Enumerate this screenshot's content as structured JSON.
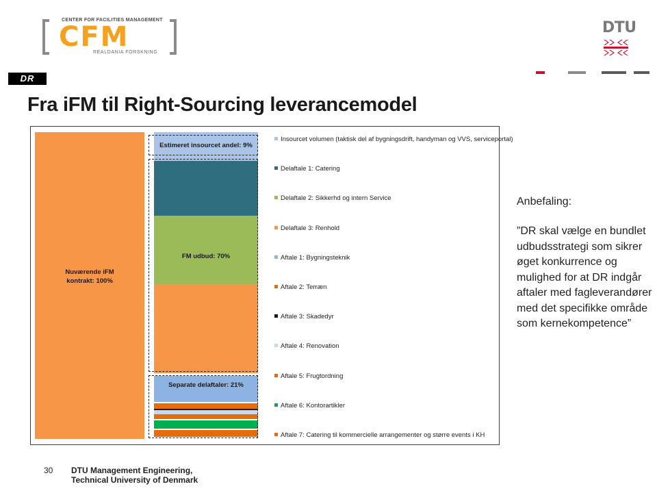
{
  "header": {
    "cfm_top": "CENTER FOR FACILITIES MANAGEMENT",
    "cfm_main": "CFM",
    "cfm_sub": "REALDANIA FORSKNING",
    "dtu": "DTU",
    "dr": "DR"
  },
  "title": "Fra iFM  til Right-Sourcing leverancemodel",
  "chart": {
    "left_bar_label": "Nuværende iFM kontrakt: 100%",
    "insourcet_label": "Estimeret insourcet andel: 9%",
    "fm_label": "FM udbud: 70%",
    "separate_label": "Separate delaftaler: 21%"
  },
  "chart_data": {
    "type": "bar",
    "title": "",
    "series": [
      {
        "name": "Nuværende iFM kontrakt",
        "values": [
          100
        ]
      },
      {
        "name": "Estimeret insourcet andel",
        "values": [
          9
        ]
      },
      {
        "name": "FM udbud",
        "values": [
          70
        ]
      },
      {
        "name": "Separate delaftaler",
        "values": [
          21
        ]
      }
    ],
    "legend": [
      {
        "label": "Insourcet volumen (taktisk del af bygningsdrift, handyman og VVS, serviceportal)",
        "color": "#a9c4e6"
      },
      {
        "label": "Delaftale 1: Catering",
        "color": "#2e6e7e"
      },
      {
        "label": "Delaftale 2: Sikkerhd og intern Service",
        "color": "#9bbb59"
      },
      {
        "label": "Delaftale 3: Renhold",
        "color": "#f79646"
      },
      {
        "label": "Aftale 1: Bygningsteknik",
        "color": "#8db3e2"
      },
      {
        "label": "Aftale 2: Terræn",
        "color": "#e46c0a"
      },
      {
        "label": "Aftale 3: Skadedyr",
        "color": "#1a1a1a"
      },
      {
        "label": "Aftale 4: Renovation",
        "color": "#c6d9f1"
      },
      {
        "label": "Aftale 5: Frugtordning",
        "color": "#e46c0a"
      },
      {
        "label": "Aftale 6: Kontorartikler",
        "color": "#00b050"
      },
      {
        "label": "Aftale 7: Catering til kommercielle arrangementer og større events i KH",
        "color": "#e46c0a"
      }
    ],
    "legend_placement": "right"
  },
  "side": {
    "heading": "Anbefaling:",
    "text": "”DR skal vælge en bundlet udbudsstrategi som sikrer øget konkurrence og mulighed for at DR indgår aftaler med fagleverandører med det specifikke område som kernekompetence”"
  },
  "footer": {
    "page": "30",
    "line1": "DTU Management Engineering,",
    "line2": "Technical University of Denmark"
  },
  "colors": {
    "orange": "#f79646",
    "cfm_orange": "#f5a01e",
    "dtu_red": "#c8102e",
    "teal": "#2e6e7e",
    "green": "#9bbb59",
    "light_blue": "#a9c4e6"
  }
}
